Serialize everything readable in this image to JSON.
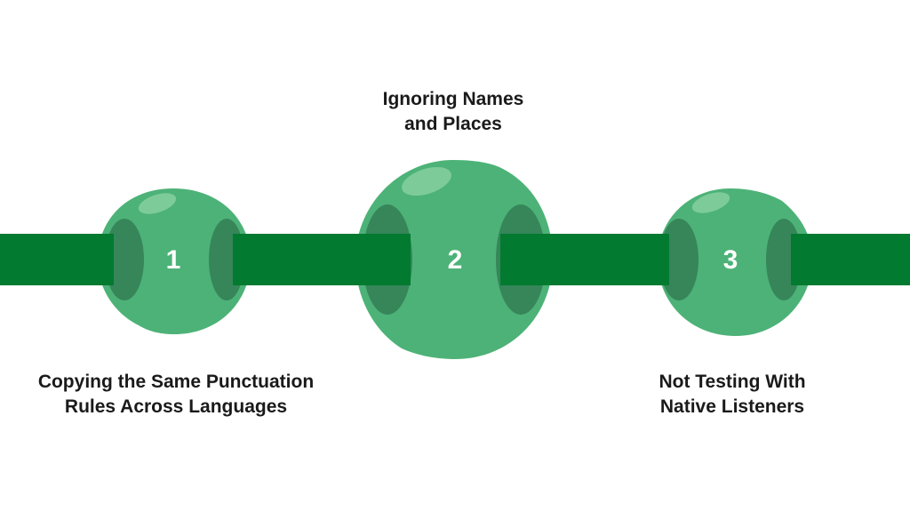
{
  "steps": [
    {
      "number": "1",
      "label_lines": [
        "Copying the Same Punctuation",
        "Rules Across Languages"
      ]
    },
    {
      "number": "2",
      "label_lines": [
        "Ignoring Names",
        "and Places"
      ]
    },
    {
      "number": "3",
      "label_lines": [
        "Not Testing With",
        "Native Listeners"
      ]
    }
  ],
  "colors": {
    "rod": "#027a30",
    "bead": "#4db277",
    "bead_hole": "#36865a",
    "highlight": "#86cf9f",
    "number": "#ffffff",
    "text": "#1a1a1a",
    "background": "#ffffff"
  }
}
